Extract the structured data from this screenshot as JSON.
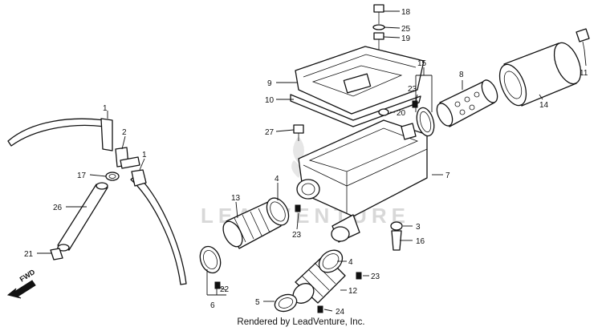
{
  "watermark": "LEADVENTURE",
  "credit": "Rendered by LeadVenture, Inc.",
  "fwd_label": "FWD",
  "callouts": {
    "c1a": "1",
    "c1b": "1",
    "c2": "2",
    "c3": "3",
    "c4a": "4",
    "c4b": "4",
    "c5": "5",
    "c6": "6",
    "c7": "7",
    "c8": "8",
    "c9": "9",
    "c10": "10",
    "c11": "11",
    "c12": "12",
    "c13": "13",
    "c14": "14",
    "c15": "15",
    "c16": "16",
    "c17": "17",
    "c18": "18",
    "c19": "19",
    "c20": "20",
    "c21": "21",
    "c22": "22",
    "c23a": "23",
    "c23b": "23",
    "c23c": "23",
    "c24": "24",
    "c25": "25",
    "c26": "26",
    "c27": "27"
  }
}
